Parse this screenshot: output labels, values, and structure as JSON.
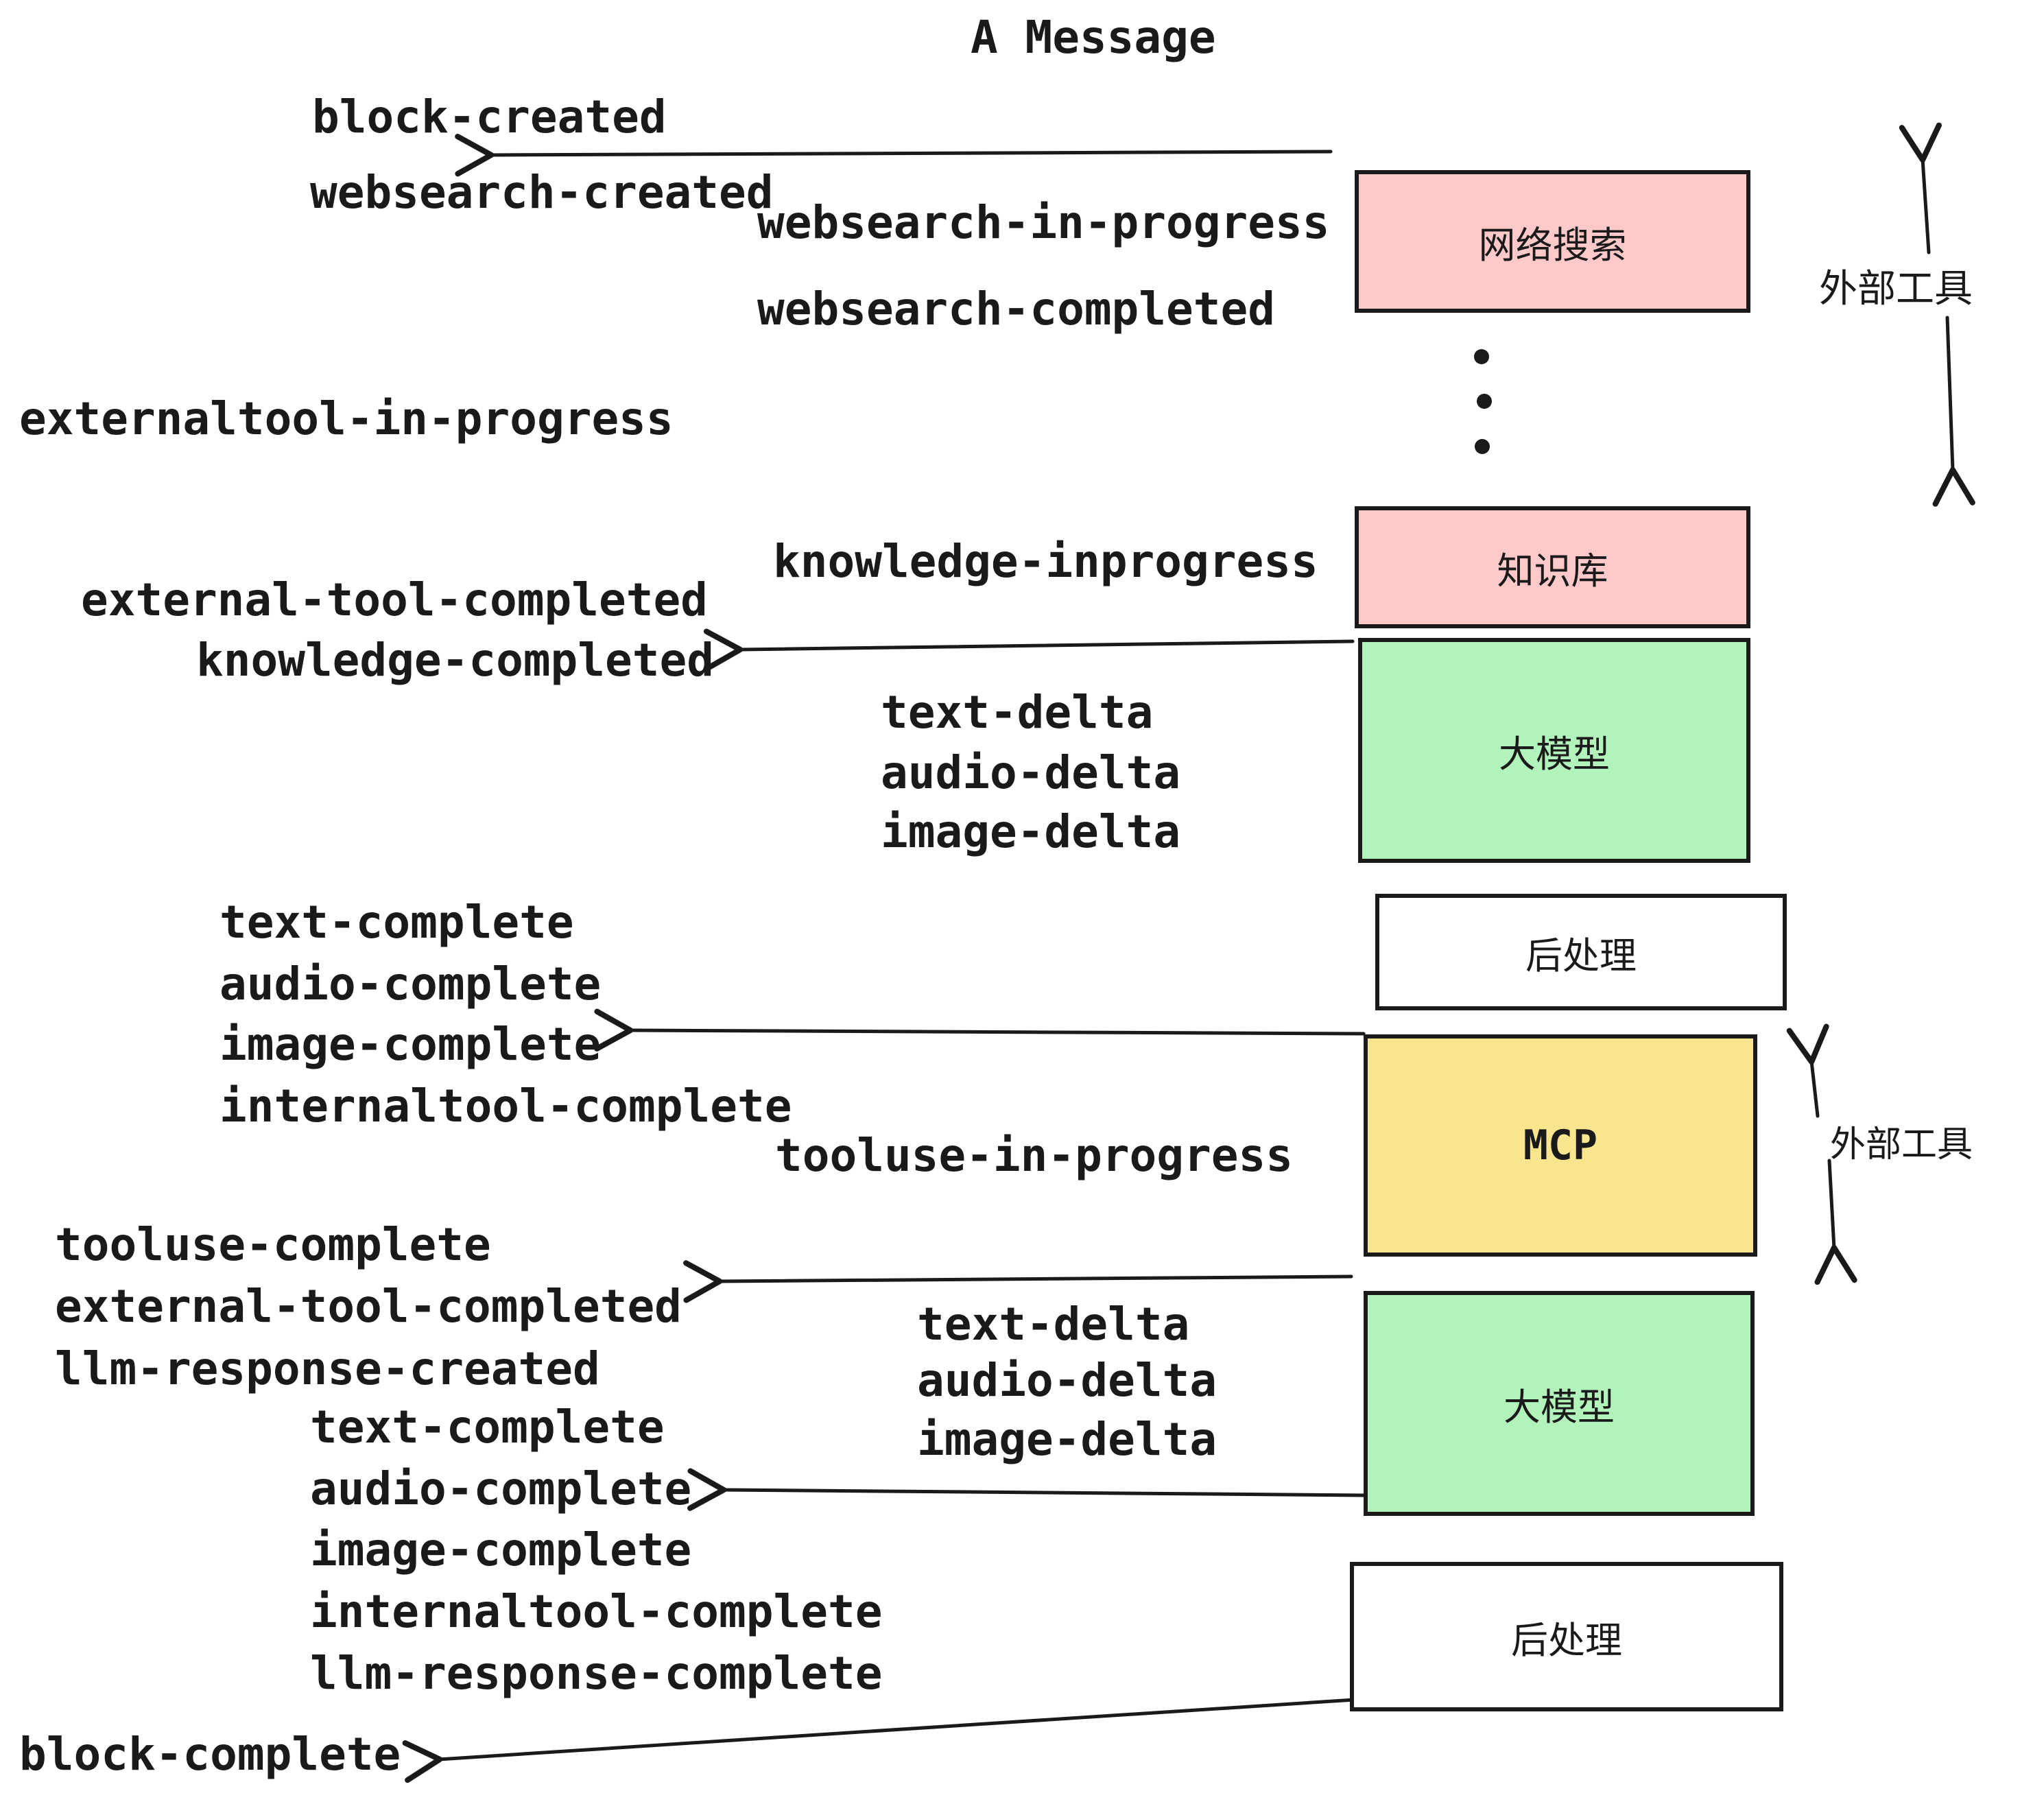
{
  "title": "A Message",
  "colors": {
    "ink": "#1A1A1A",
    "pink": "#FFC9C9",
    "green": "#B2F2BB",
    "yellow": "#FAE58F",
    "white": "#FFFFFF"
  },
  "events": {
    "block_created": "block-created",
    "websearch_created": "websearch-created",
    "websearch_in_progress": "websearch-in-progress",
    "websearch_completed": "websearch-completed",
    "externaltool_in_progress": "externaltool-in-progress",
    "knowledge_inprogress": "knowledge-inprogress",
    "external_tool_completed_1": "external-tool-completed",
    "knowledge_completed": "knowledge-completed",
    "delta_1": [
      "text-delta",
      "audio-delta",
      "image-delta"
    ],
    "complete_1": [
      "text-complete",
      "audio-complete",
      "image-complete",
      "internaltool-complete"
    ],
    "tooluse_in_progress": "tooluse-in-progress",
    "tooluse_complete": "tooluse-complete",
    "external_tool_completed_2": "external-tool-completed",
    "llm_response_created": "llm-response-created",
    "delta_2": [
      "text-delta",
      "audio-delta",
      "image-delta"
    ],
    "complete_2": [
      "text-complete",
      "audio-complete",
      "image-complete",
      "internaltool-complete",
      "llm-response-complete"
    ],
    "block_complete": "block-complete"
  },
  "boxes": [
    {
      "id": "websearch",
      "label": "网络搜索",
      "fill": "#FFC9C9"
    },
    {
      "id": "knowledge",
      "label": "知识库",
      "fill": "#FFC9C9"
    },
    {
      "id": "llm-1",
      "label": "大模型",
      "fill": "#B2F2BB"
    },
    {
      "id": "postprocess-1",
      "label": "后处理",
      "fill": "#FFFFFF"
    },
    {
      "id": "mcp",
      "label": "MCP",
      "fill": "#FAE58F"
    },
    {
      "id": "llm-2",
      "label": "大模型",
      "fill": "#B2F2BB"
    },
    {
      "id": "postprocess-2",
      "label": "后处理",
      "fill": "#FFFFFF"
    }
  ],
  "side_labels": {
    "external_tools_top": "外部工具",
    "external_tools_bottom": "外部工具"
  }
}
